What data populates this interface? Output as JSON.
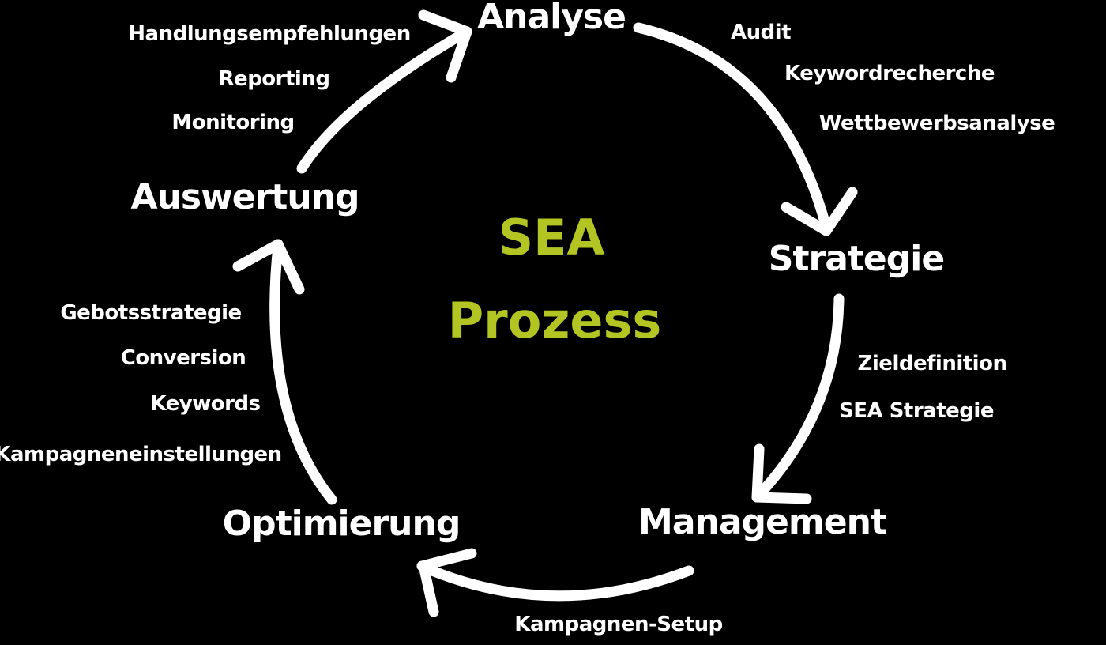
{
  "title": {
    "line1": "SEA",
    "line2": "Prozess"
  },
  "stages": {
    "analyse": "Analyse",
    "strategie": "Strategie",
    "management": "Management",
    "optimierung": "Optimierung",
    "auswertung": "Auswertung"
  },
  "activity_groups": {
    "analyse_to_strategie": [
      "Audit",
      "Keywordrecherche",
      "Wettbewerbsanalyse"
    ],
    "strategie_to_management": [
      "Zieldefinition",
      "SEA Strategie"
    ],
    "management_to_optimierung": [
      "Kampagnen-Setup"
    ],
    "optimierung_to_auswertung": [
      "Gebotsstrategie",
      "Conversion",
      "Keywords",
      "Kampagneneinstellungen"
    ],
    "auswertung_to_analyse": [
      "Handlungsempfehlungen",
      "Reporting",
      "Monitoring"
    ]
  },
  "colors": {
    "background": "#000000",
    "text_white": "#ffffff",
    "accent_green": "#b3c523"
  }
}
